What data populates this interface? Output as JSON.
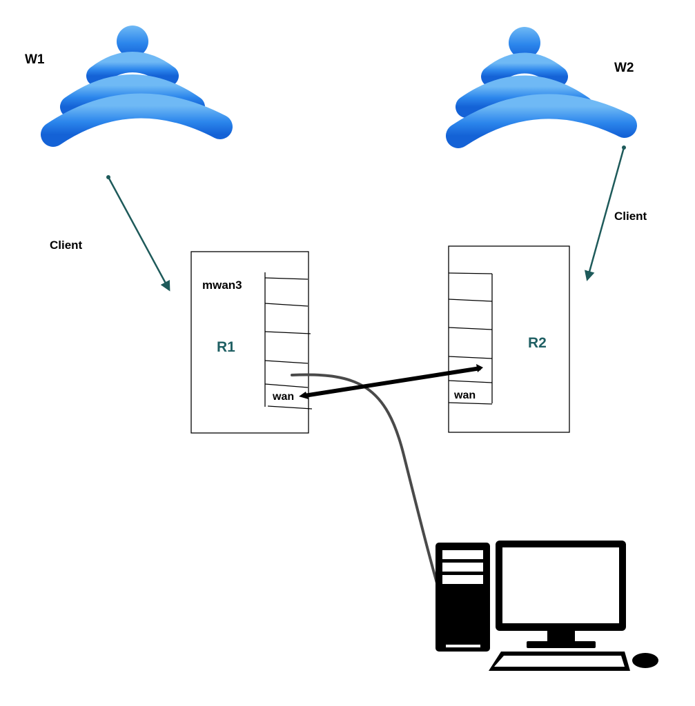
{
  "wifi_left": {
    "label": "W1",
    "icon": "wifi-icon"
  },
  "wifi_right": {
    "label": "W2",
    "icon": "wifi-icon"
  },
  "link_left": {
    "label": "Client"
  },
  "link_right": {
    "label": "Client"
  },
  "router_left": {
    "label": "R1",
    "table_label": "mwan3",
    "port_label": "wan"
  },
  "router_right": {
    "label": "R2",
    "port_label": "wan"
  },
  "computer": {
    "icon": "desktop-computer-icon"
  },
  "colors": {
    "wifi_light": "#4aa3ee",
    "wifi_dark": "#1f6fe0",
    "client_arrow": "#1e5a5a",
    "router_label": "#1f5f63",
    "wan_link": "#000000",
    "cable": "#4a4a4a"
  }
}
